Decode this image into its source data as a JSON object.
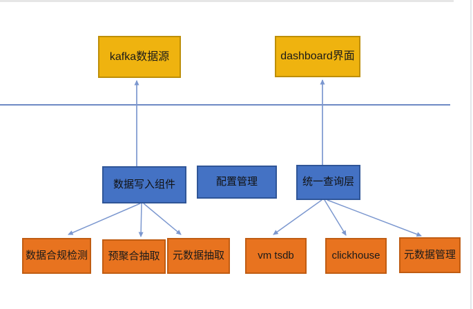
{
  "diagram": {
    "colors": {
      "source_fill": "#EFB30F",
      "source_border": "#BD8E07",
      "component_fill": "#4472C4",
      "component_border": "#2F5597",
      "storage_fill": "#E8731F",
      "storage_border": "#C05C12",
      "connector": "#7B97CF",
      "divider_line": "#6D89C4",
      "page_edge": "#E6E6E6"
    },
    "nodes": {
      "kafka": {
        "label": "kafka数据源"
      },
      "dashboard": {
        "label": "dashboard界面"
      },
      "writer": {
        "label": "数据写入组件"
      },
      "config": {
        "label": "配置管理"
      },
      "query": {
        "label": "统一查询层"
      },
      "compliance": {
        "label": "数据合规检测"
      },
      "preagg": {
        "label": "预聚合抽取"
      },
      "meta_extract": {
        "label": "元数据抽取"
      },
      "vm_tsdb": {
        "label": "vm tsdb"
      },
      "clickhouse": {
        "label": "clickhouse"
      },
      "meta_manage": {
        "label": "元数据管理"
      }
    }
  }
}
